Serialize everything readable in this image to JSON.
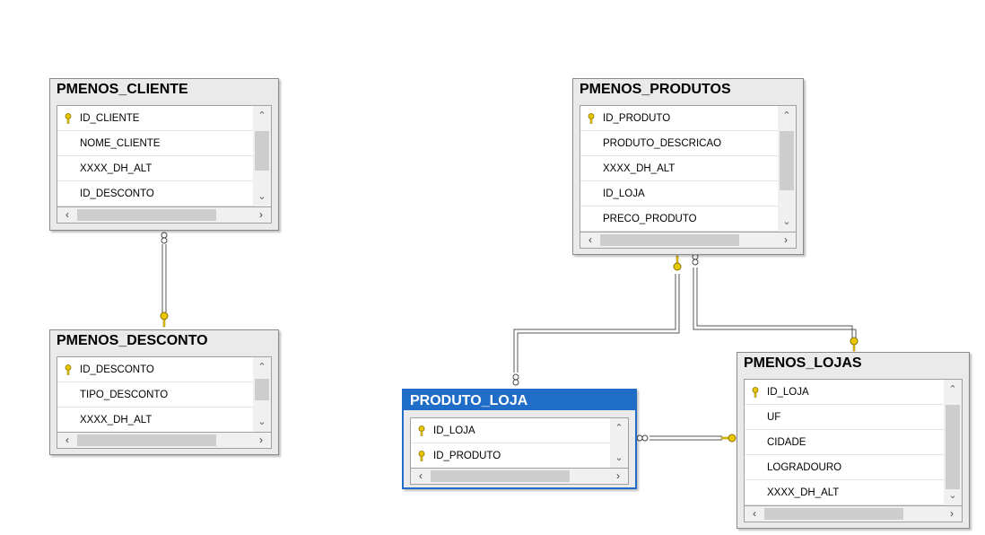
{
  "tables": {
    "cliente": {
      "title": "PMENOS_CLIENTE",
      "columns": [
        {
          "name": "ID_CLIENTE",
          "primary_key": true
        },
        {
          "name": "NOME_CLIENTE",
          "primary_key": false
        },
        {
          "name": "XXXX_DH_ALT",
          "primary_key": false
        },
        {
          "name": "ID_DESCONTO",
          "primary_key": false
        }
      ]
    },
    "desconto": {
      "title": "PMENOS_DESCONTO",
      "columns": [
        {
          "name": "ID_DESCONTO",
          "primary_key": true
        },
        {
          "name": "TIPO_DESCONTO",
          "primary_key": false
        },
        {
          "name": "XXXX_DH_ALT",
          "primary_key": false
        }
      ]
    },
    "produtos": {
      "title": "PMENOS_PRODUTOS",
      "columns": [
        {
          "name": "ID_PRODUTO",
          "primary_key": true
        },
        {
          "name": "PRODUTO_DESCRICAO",
          "primary_key": false
        },
        {
          "name": "XXXX_DH_ALT",
          "primary_key": false
        },
        {
          "name": "ID_LOJA",
          "primary_key": false
        },
        {
          "name": "PRECO_PRODUTO",
          "primary_key": false
        }
      ]
    },
    "produto_loja": {
      "title": "PRODUTO_LOJA",
      "selected": true,
      "columns": [
        {
          "name": "ID_LOJA",
          "primary_key": true
        },
        {
          "name": "ID_PRODUTO",
          "primary_key": true
        }
      ]
    },
    "lojas": {
      "title": "PMENOS_LOJAS",
      "columns": [
        {
          "name": "ID_LOJA",
          "primary_key": true
        },
        {
          "name": "UF",
          "primary_key": false
        },
        {
          "name": "CIDADE",
          "primary_key": false
        },
        {
          "name": "LOGRADOURO",
          "primary_key": false
        },
        {
          "name": "XXXX_DH_ALT",
          "primary_key": false
        }
      ]
    }
  },
  "colors": {
    "key": "#e8c800",
    "selected": "#1f6dc6"
  },
  "icons": {
    "primary_key": "key-icon",
    "scroll_up": "chevron-up-icon",
    "scroll_down": "chevron-down-icon",
    "scroll_left": "chevron-left-icon",
    "scroll_right": "chevron-right-icon"
  }
}
